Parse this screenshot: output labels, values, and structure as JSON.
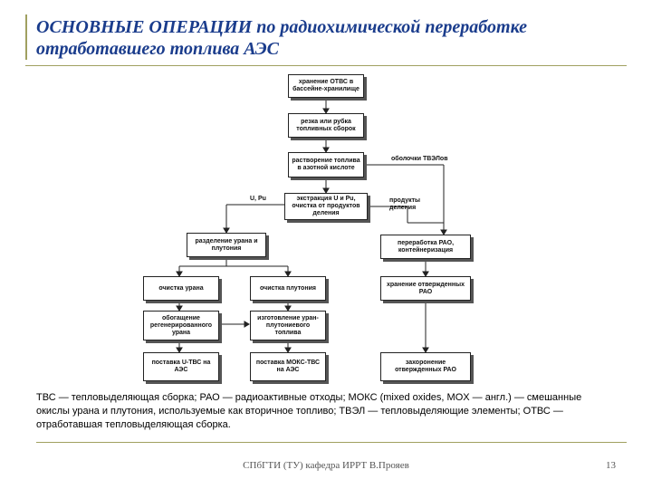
{
  "title": "ОСНОВНЫЕ ОПЕРАЦИИ по радиохимической переработке отработавшего топлива АЭС",
  "diagram": {
    "boxes": {
      "storage": "хранение ОТВС в бассейне-хранилище",
      "cutting": "резка или рубка топливных сборок",
      "dissolution": "растворение топлива в азотной кислоте",
      "extraction": "экстракция U и Pu, очистка от продуктов деления",
      "separation": "разделение урана и плутония",
      "uranium_purification": "очистка урана",
      "plutonium_purification": "очистка плутония",
      "enrichment": "обогащение регенерированного урана",
      "mox_fabrication": "изготовление уран-плутониевого топлива",
      "u_delivery": "поставка U-ТВС на АЭС",
      "mox_delivery": "поставка МОКС-ТВС на АЭС",
      "rao_processing": "переработка РАО, контейнеризация",
      "rao_storage": "хранение отвержденных РАО",
      "rao_disposal": "захоронение отвержденных РАО"
    },
    "labels": {
      "cladding": "оболочки ТВЭЛов",
      "fission_products": "продукты деления",
      "u_pu": "U, Pu"
    }
  },
  "footnote": "ТВС — тепловыделяющая сборка; РАО — радиоактивные отходы; МОКС (mixed oxides, MOX — англ.) — смешанные окислы урана и плутония, используемые как вторичное топливо; ТВЭЛ — тепловыделяющие элементы; ОТВС — отработавшая тепловыделяющая сборка.",
  "footer": "СПбГТИ (ТУ) кафедра ИРРТ В.Прояев",
  "page_number": "13"
}
